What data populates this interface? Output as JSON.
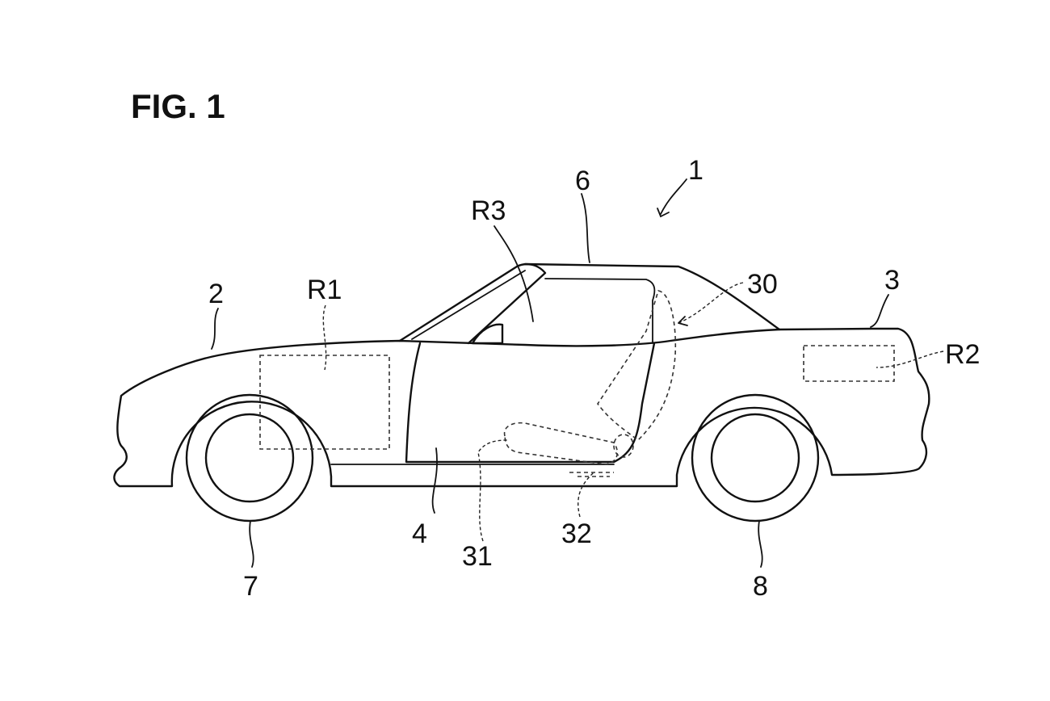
{
  "figure": {
    "title": "FIG. 1",
    "labels": {
      "vehicle": "1",
      "front_body": "2",
      "rear_body": "3",
      "door": "4",
      "roof": "6",
      "front_wheel": "7",
      "rear_wheel": "8",
      "seat_belt": "30",
      "seat_cushion": "31",
      "seat_frame": "32",
      "region_r1": "R1",
      "region_r2": "R2",
      "region_r3": "R3"
    }
  }
}
